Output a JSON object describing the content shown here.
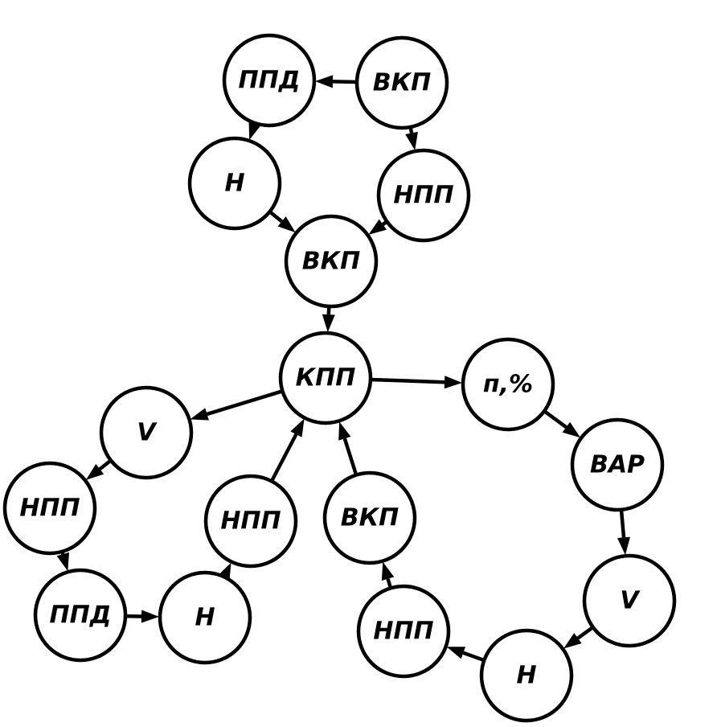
{
  "colors": {
    "ink": "#000000",
    "paper": "#ffffff"
  },
  "nodes": [
    {
      "id": "n1",
      "label": "ППД"
    },
    {
      "id": "n2",
      "label": "ВКП"
    },
    {
      "id": "n3",
      "label": "Н"
    },
    {
      "id": "n4",
      "label": "НПП"
    },
    {
      "id": "n5",
      "label": "ВКП"
    },
    {
      "id": "n6",
      "label": "КПП"
    },
    {
      "id": "n7",
      "label": "V"
    },
    {
      "id": "n8",
      "label": "п,%"
    },
    {
      "id": "n9",
      "label": "ВАР"
    },
    {
      "id": "n10",
      "label": "НПП"
    },
    {
      "id": "n11",
      "label": "НПП"
    },
    {
      "id": "n12",
      "label": "ВКП"
    },
    {
      "id": "n13",
      "label": "ППД"
    },
    {
      "id": "n14",
      "label": "Н"
    },
    {
      "id": "n15",
      "label": "V"
    },
    {
      "id": "n16",
      "label": "НПП"
    },
    {
      "id": "n17",
      "label": "Н"
    }
  ],
  "edges": [
    {
      "from": "n2",
      "to": "n1"
    },
    {
      "from": "n1",
      "to": "n3"
    },
    {
      "from": "n2",
      "to": "n4"
    },
    {
      "from": "n3",
      "to": "n5"
    },
    {
      "from": "n4",
      "to": "n5"
    },
    {
      "from": "n5",
      "to": "n6"
    },
    {
      "from": "n6",
      "to": "n7"
    },
    {
      "from": "n6",
      "to": "n8"
    },
    {
      "from": "n8",
      "to": "n9"
    },
    {
      "from": "n7",
      "to": "n10"
    },
    {
      "from": "n11",
      "to": "n6"
    },
    {
      "from": "n12",
      "to": "n6"
    },
    {
      "from": "n10",
      "to": "n13"
    },
    {
      "from": "n13",
      "to": "n14"
    },
    {
      "from": "n14",
      "to": "n11"
    },
    {
      "from": "n9",
      "to": "n15"
    },
    {
      "from": "n15",
      "to": "n17"
    },
    {
      "from": "n17",
      "to": "n16"
    },
    {
      "from": "n16",
      "to": "n12"
    }
  ]
}
